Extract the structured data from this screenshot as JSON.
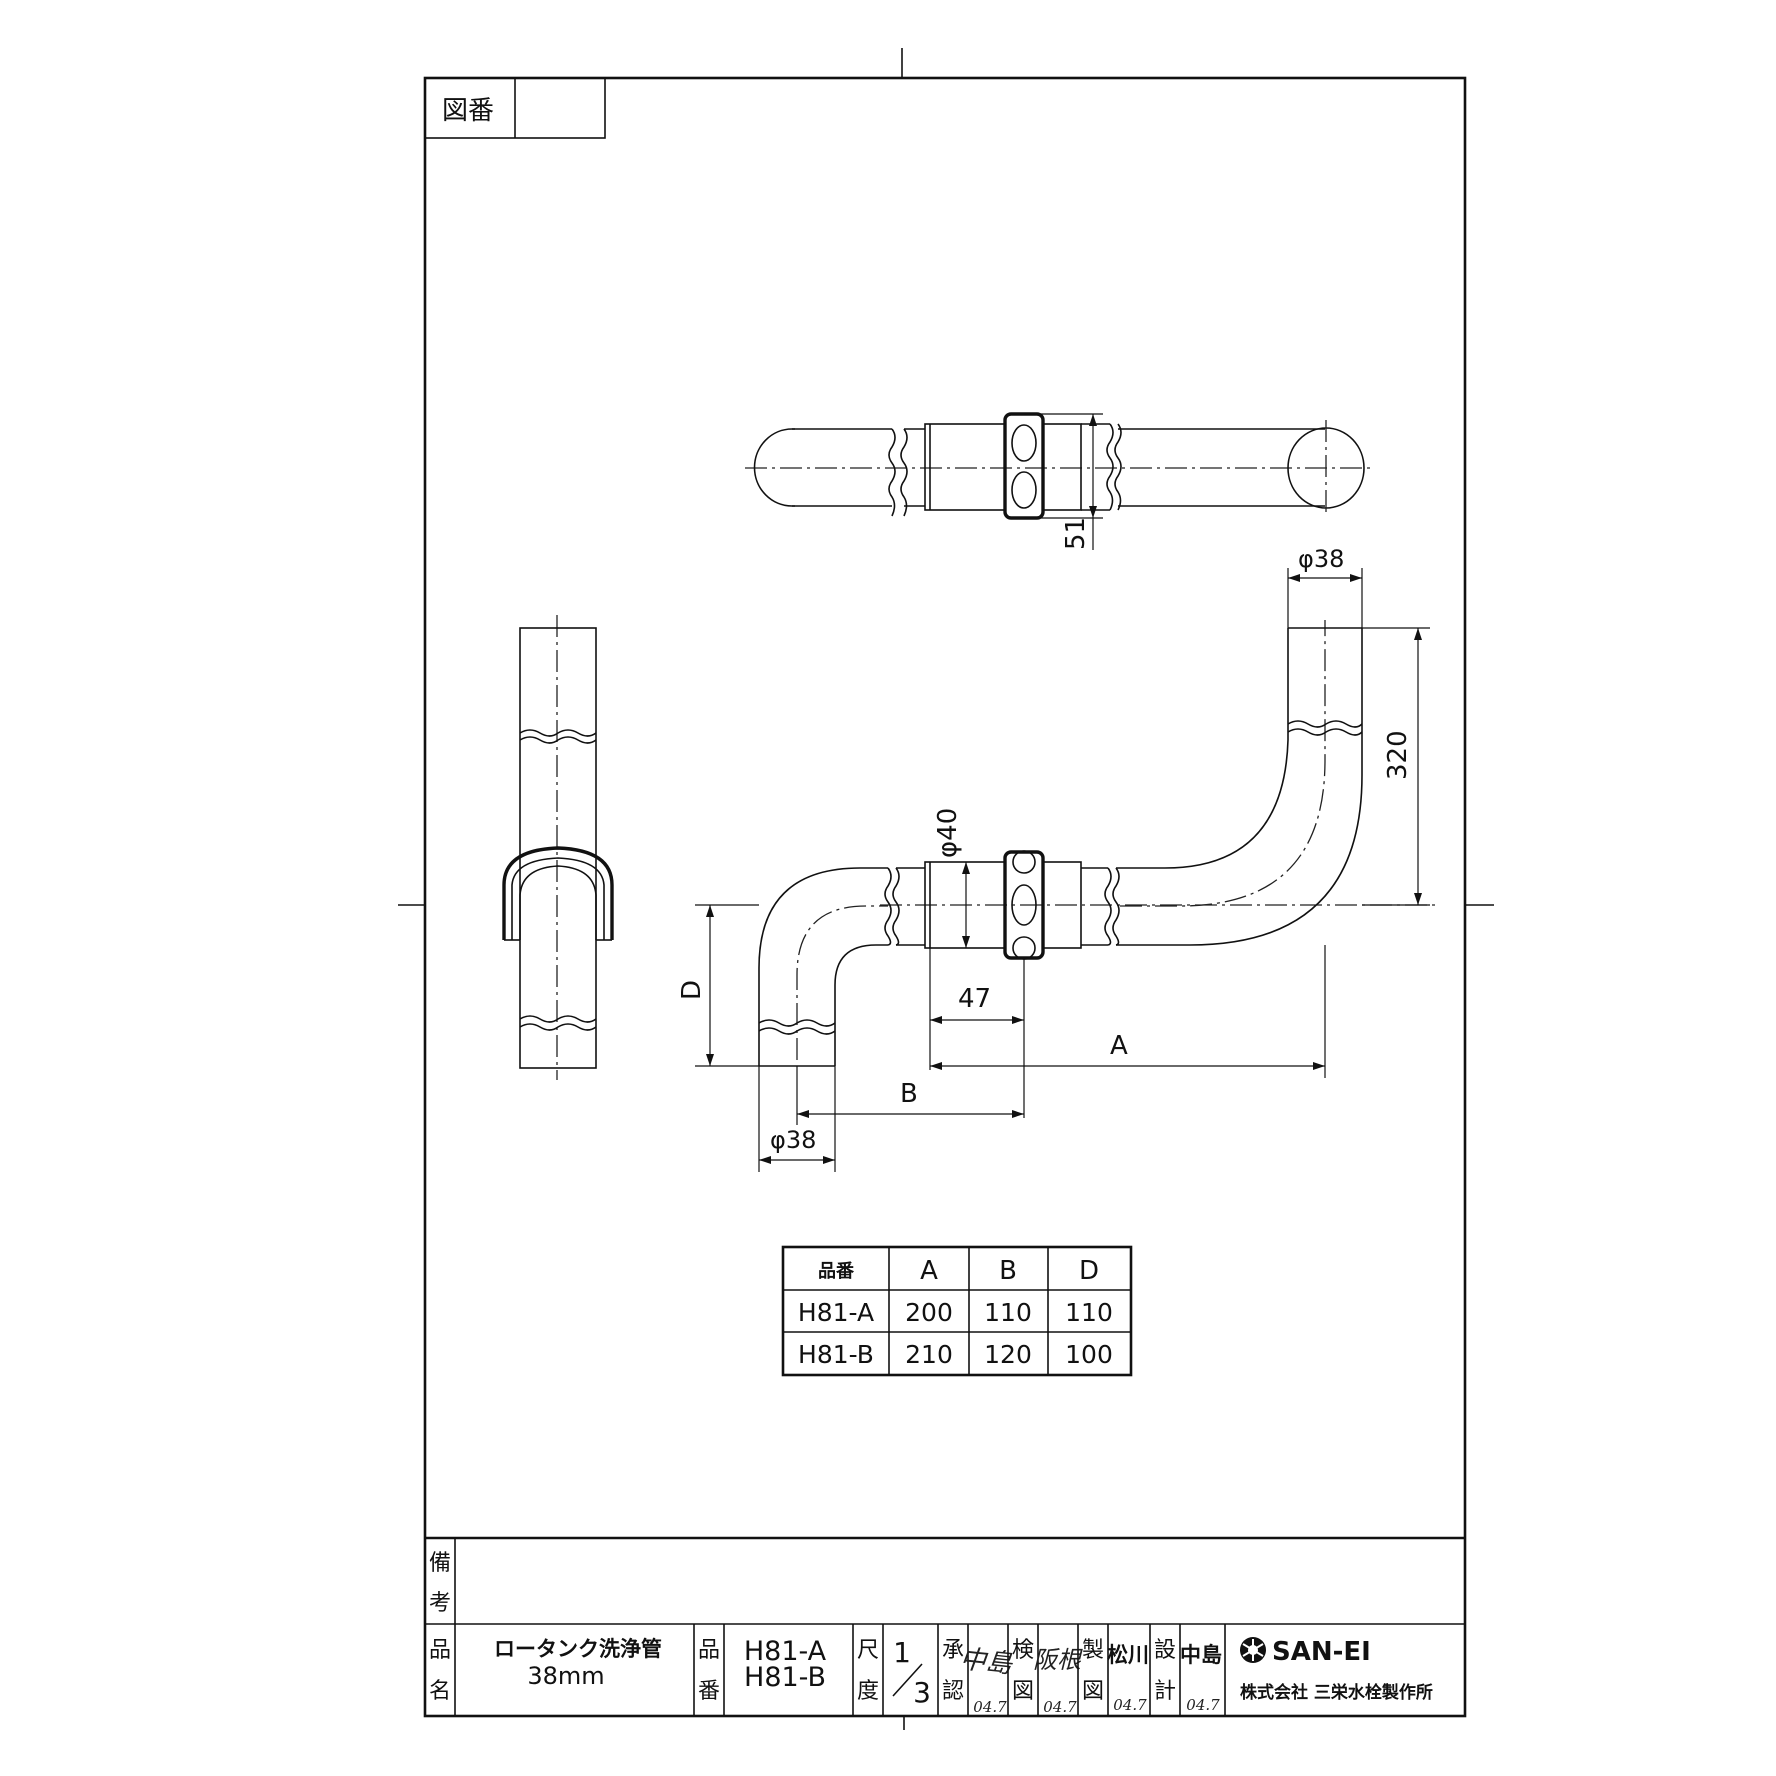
{
  "drawing_number_label": "図番",
  "drawing_number_value": "",
  "dimensions": {
    "dia_38_top": "φ38",
    "dim_51": "51",
    "dim_320": "320",
    "dia_40": "φ40",
    "dim_47": "47",
    "dim_A": "A",
    "dim_B": "B",
    "dim_D": "D",
    "dia_38_bottom": "φ38"
  },
  "spec_table": {
    "headers": [
      "品番",
      "A",
      "B",
      "D"
    ],
    "rows": [
      [
        "H81-A",
        "200",
        "110",
        "110"
      ],
      [
        "H81-B",
        "210",
        "120",
        "100"
      ]
    ]
  },
  "title_block": {
    "remarks_label_1": "備",
    "remarks_label_2": "考",
    "remarks_value": "",
    "product_name_label_1": "品",
    "product_name_label_2": "名",
    "product_name_line1": "ロータンク洗浄管",
    "product_name_line2": "38mm",
    "part_number_label_1": "品",
    "part_number_label_2": "番",
    "part_number_line1": "H81-A",
    "part_number_line2": "H81-B",
    "scale_label_1": "尺",
    "scale_label_2": "度",
    "scale_numerator": "1",
    "scale_denominator": "3",
    "approved_label_1": "承",
    "approved_label_2": "認",
    "approved_sign": "中島",
    "approved_date": "04.7",
    "checked_label_1": "検",
    "checked_label_2": "図",
    "checked_sign": "阪根",
    "checked_date": "04.7",
    "drafted_label_1": "製",
    "drafted_label_2": "図",
    "drafted_name": "松川",
    "drafted_date": "04.7",
    "designed_label_1": "設",
    "designed_label_2": "計",
    "designed_name": "中島",
    "designed_date": "04.7",
    "company_logo": "SAN-EI",
    "company_name": "株式会社 三栄水栓製作所"
  }
}
